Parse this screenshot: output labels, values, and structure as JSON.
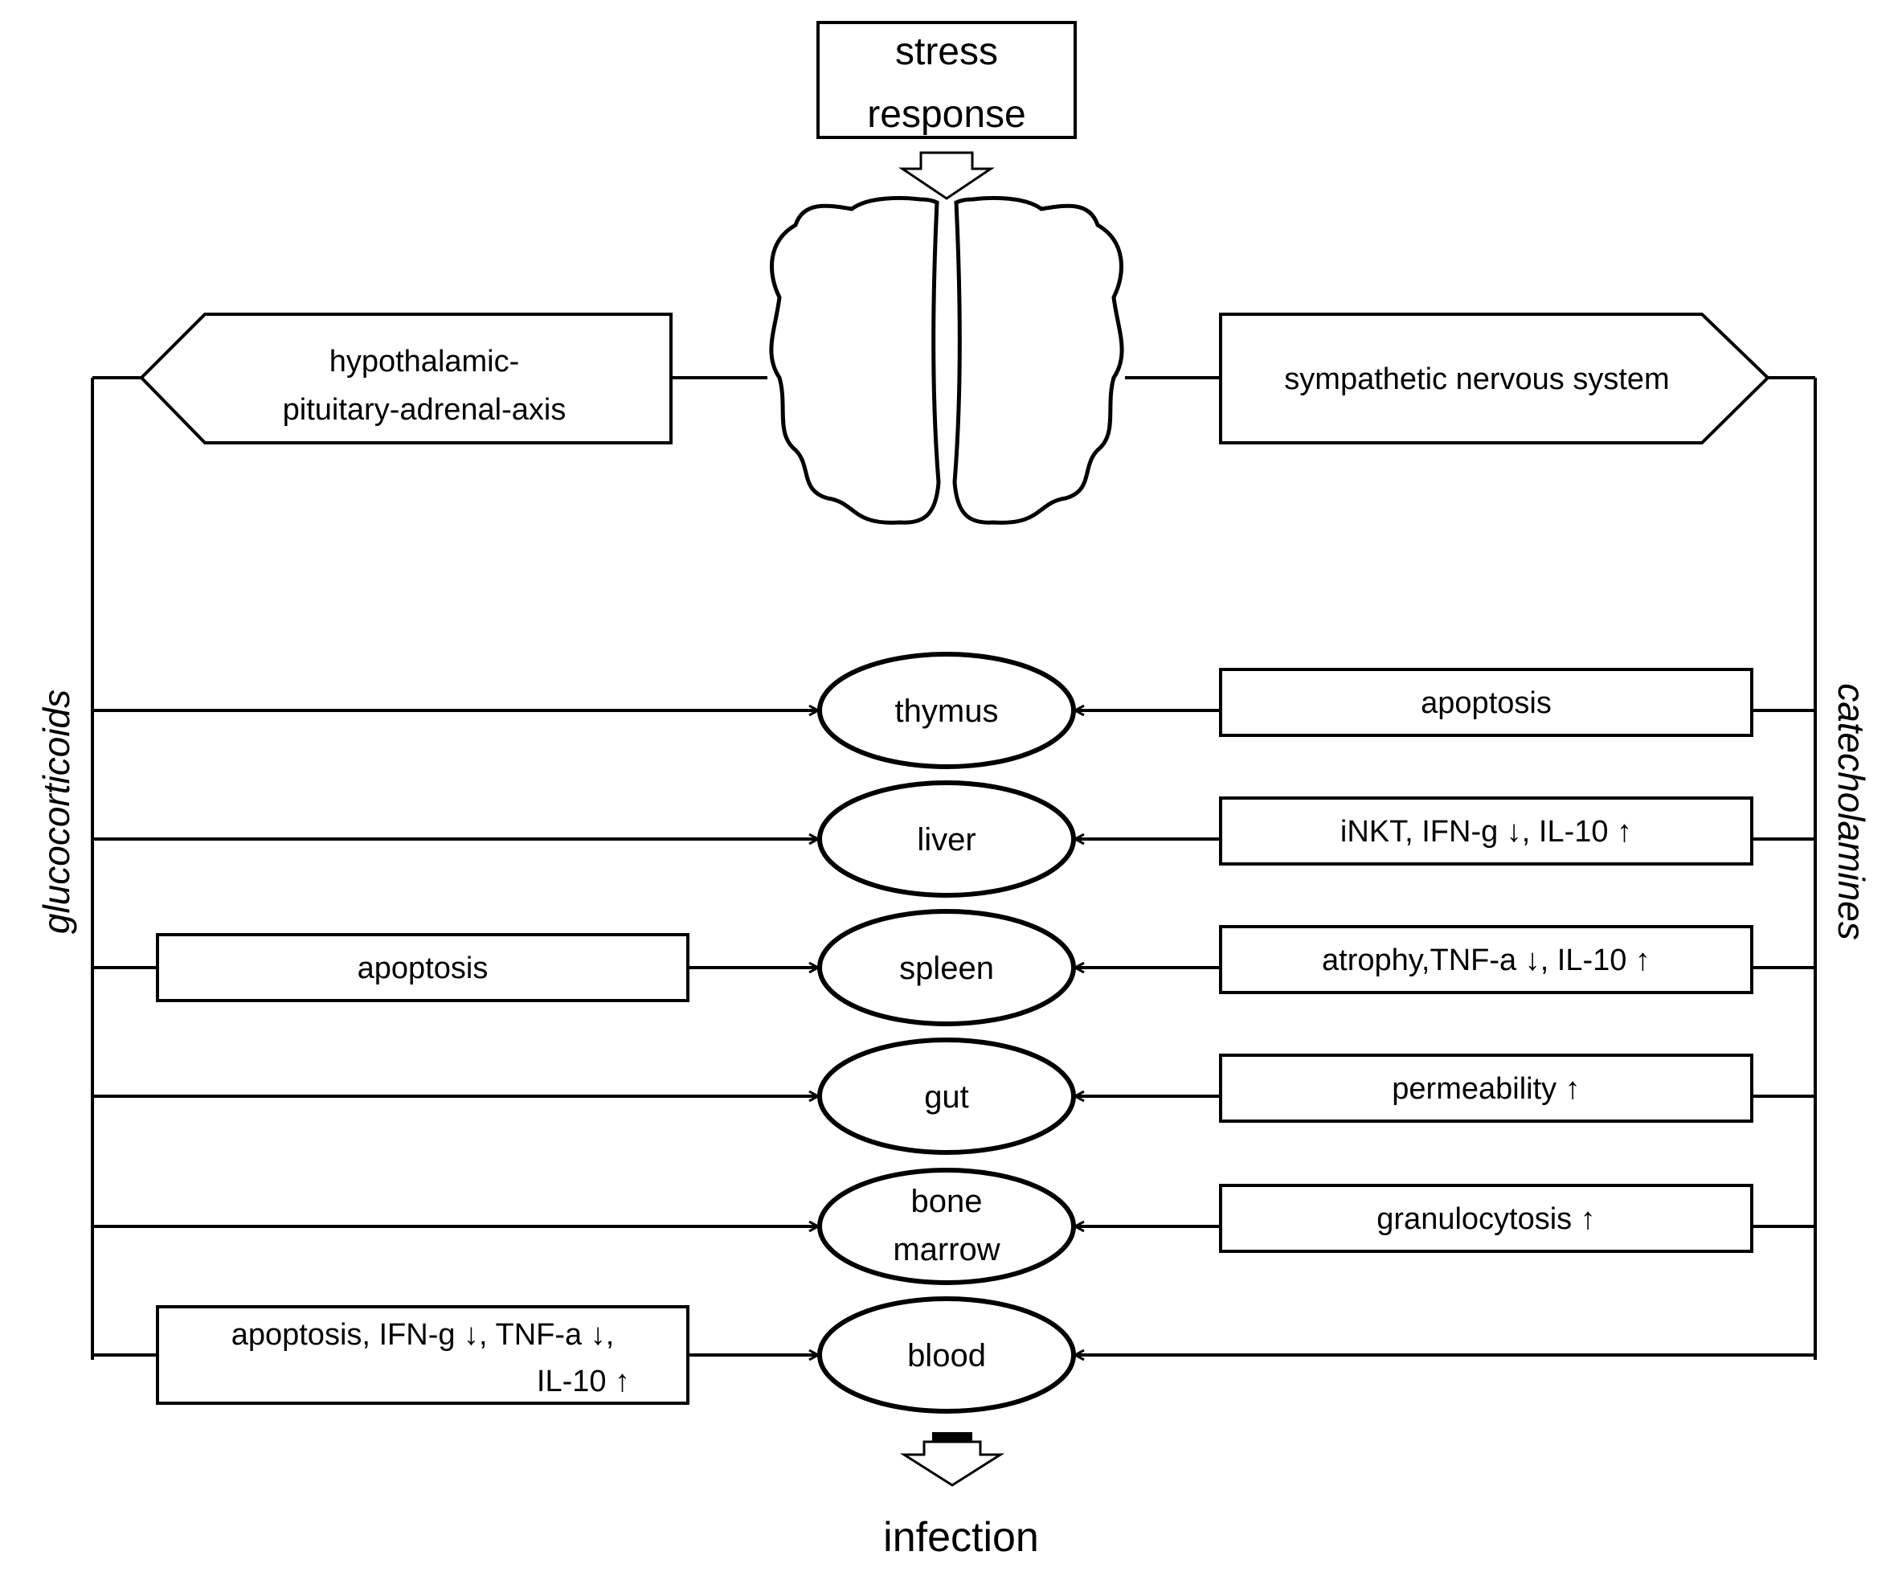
{
  "stress_response": [
    "stress",
    "response"
  ],
  "hpa_axis": [
    "hypothalamic-",
    "pituitary-adrenal-axis"
  ],
  "sns": "sympathetic nervous system",
  "glucocorticoids": "glucocorticoids",
  "catecholamines": "catecholamines",
  "organs": [
    {
      "id": "thymus",
      "lines": [
        "thymus"
      ],
      "left_effect": [],
      "right_effect": "apoptosis"
    },
    {
      "id": "liver",
      "lines": [
        "liver"
      ],
      "left_effect": [],
      "right_effect": "iNKT, IFN-g ↓, IL-10 ↑"
    },
    {
      "id": "spleen",
      "lines": [
        "spleen"
      ],
      "left_effect": [
        "apoptosis"
      ],
      "right_effect": "atrophy,TNF-a ↓, IL-10 ↑"
    },
    {
      "id": "gut",
      "lines": [
        "gut"
      ],
      "left_effect": [],
      "right_effect": "permeability ↑"
    },
    {
      "id": "bone-marrow",
      "lines": [
        "bone",
        "marrow"
      ],
      "left_effect": [],
      "right_effect": "granulocytosis ↑"
    },
    {
      "id": "blood",
      "lines": [
        "blood"
      ],
      "left_effect": [
        "apoptosis, IFN-g ↓, TNF-a ↓,",
        "IL-10 ↑"
      ],
      "right_effect": ""
    }
  ],
  "infection": "infection"
}
